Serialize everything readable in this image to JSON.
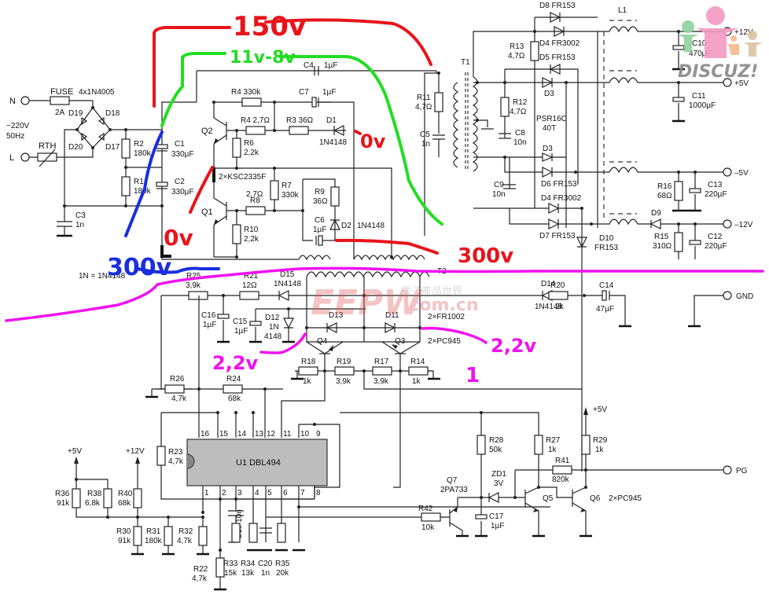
{
  "annotations": {
    "v150": "150v",
    "v11_8": "11v-8v",
    "v0_d1": "0v",
    "v0_q1": "0v",
    "v300_left": "300v",
    "v300_right": "300v",
    "v22_left": "2,2v",
    "v22_right": "2,2v",
    "mark_one": "1",
    "colors": {
      "red": "#e8141c",
      "green": "#22dd22",
      "blue": "#1a2ee0",
      "magenta": "#f010f0"
    }
  },
  "watermarks": {
    "discuz": "DISCUZ!",
    "eepw": "EEPW",
    "eepw_domain": ".com.cn",
    "eepw_cn": "電子產品世界"
  },
  "input": {
    "n": "N",
    "l": "L",
    "mains": "~220V",
    "freq": "50Hz",
    "fuse": "FUSE",
    "fuse_val": "2A",
    "bridge": "4x1N4005",
    "d17": "D17",
    "d18": "D18",
    "d19": "D19",
    "d20": "D20",
    "rth": "RTH",
    "r1": "R1",
    "r1_val": "180k",
    "r2": "R2",
    "r2_val": "180k",
    "c1": "C1",
    "c1_val": "330µF",
    "c2": "C2",
    "c2_val": "330µF",
    "c3": "C3",
    "c3_val": "1n"
  },
  "half_bridge": {
    "q1": "Q1",
    "q2": "Q2",
    "q_type": "2×KSC2335F",
    "r4a": "R4 330k",
    "r4b": "R4 2,7Ω",
    "r3": "R3 36Ω",
    "r6": "R6",
    "r6_val": "2,2k",
    "r7": "R7",
    "r7_val": "330k",
    "r8": "R8",
    "r8_val": "2,7Ω",
    "r9": "R9",
    "r9_val": "36Ω",
    "r10": "R10",
    "r10_val": "2,2k",
    "c4": "C4",
    "c4_val": "1µF",
    "c7": "C7",
    "c7_val": "1µF",
    "c6": "C6",
    "c6_val": "1µF",
    "d1": "D1",
    "d1_val": "1N4148",
    "d2": "D2",
    "d2_val": "1N4148",
    "t2": "T2",
    "note": "1N = 1N4148"
  },
  "output": {
    "t1": "T1",
    "r11": "R11",
    "r11_val": "4,7Ω",
    "c5": "C5",
    "c5_val": "1n",
    "r12": "R12",
    "r12_val": "4,7Ω",
    "r13": "R13",
    "r13_val": "4,7Ω",
    "c8": "C8",
    "c8_val": "10n",
    "c9": "C9",
    "c9_val": "10n",
    "d8": "D8 FR153",
    "d4a": "D4 FR3002",
    "d5": "D5 FR153",
    "d3a": "D3",
    "psr": "PSR16C",
    "psr2": "40T",
    "d3b": "D3",
    "d6": "D6 FR153",
    "d4b": "D4 FR3002",
    "d7": "D7 FR153",
    "d10": "D10",
    "d10_val": "FR153",
    "l1": "L1",
    "d9": "D9",
    "c10": "C10",
    "c10_val": "470µF",
    "c11": "C11",
    "c11_val": "1000µF",
    "c12": "C12",
    "c12_val": "220µF",
    "c13": "C13",
    "c13_val": "220µF",
    "r15": "R15",
    "r15_val": "310Ω",
    "r16": "R16",
    "r16_val": "68Ω",
    "p12": "+12V",
    "p5": "+5V",
    "m5": "–5V",
    "m12": "–12V",
    "gnd": "GND",
    "pg": "PG"
  },
  "driver": {
    "r25": "R25",
    "r25_val": "3,9k",
    "r21": "R21",
    "r21_val": "12Ω",
    "d15": "D15",
    "d15_val": "1N4148",
    "c16": "C16",
    "c16_val": "1µF",
    "c15": "C15",
    "c15_val": "1µF",
    "d12": "D12",
    "d12_v1": "1N",
    "d12_v2": "4148",
    "d13": "D13",
    "d11": "D11",
    "d_pair": "2×FR1002",
    "q3": "Q3",
    "q4": "Q4",
    "q_pair": "2×PC945",
    "d14": "D14",
    "d14_val": "1N4148",
    "r20": "R20",
    "r20_val": "2k",
    "c14": "C14",
    "c14_val": "47µF",
    "r18": "R18",
    "r18_val": "1k",
    "r19": "R19",
    "r19_val": "3,9k",
    "r17": "R17",
    "r17_val": "3,9k",
    "r14": "R14",
    "r14_val": "1k",
    "r26": "R26",
    "r26_val": "4,7k",
    "r24": "R24",
    "r24_val": "68k"
  },
  "controller": {
    "u1": "U1 DBL494",
    "pins_top": [
      "16",
      "15",
      "14",
      "13",
      "12",
      "11",
      "10",
      "9"
    ],
    "pins_bottom": [
      "1",
      "2",
      "3",
      "4",
      "5",
      "6",
      "7",
      "8"
    ],
    "r23": "R23",
    "r23_val": "4,7k",
    "p5v": "+5V",
    "p12v": "+12V",
    "r36": "R36",
    "r36_val": "91k",
    "r38": "R38",
    "r38_val": "6,8k",
    "r40": "R40",
    "r40_val": "68k",
    "r30": "R30",
    "r30_val": "91k",
    "r31": "R31",
    "r31_val": "180k",
    "r32": "R32",
    "r32_val": "4,7k",
    "r22": "R22",
    "r22_val": "4,7k",
    "c19": "C19 10n",
    "r33": "R33",
    "r33_val": "15k",
    "r34": "R34",
    "r34_val": "13k",
    "c20": "C20",
    "c20_val": "1n",
    "r35": "R35",
    "r35_val": "20k"
  },
  "power_good": {
    "p5v": "+5V",
    "r28": "R28",
    "r28_val": "50k",
    "r27": "R27",
    "r27_val": "1k",
    "r29": "R29",
    "r29_val": "1k",
    "r41": "R41",
    "r41_val": "820k",
    "q7": "Q7",
    "q7_val": "2PA733",
    "zd1": "ZD1",
    "zd1_val": "3V",
    "c17": "C17",
    "c17_val": "1µF",
    "r42": "R42",
    "r42_val": "10k",
    "q5": "Q5",
    "q6": "Q6",
    "q_pair": "2×PC945"
  }
}
